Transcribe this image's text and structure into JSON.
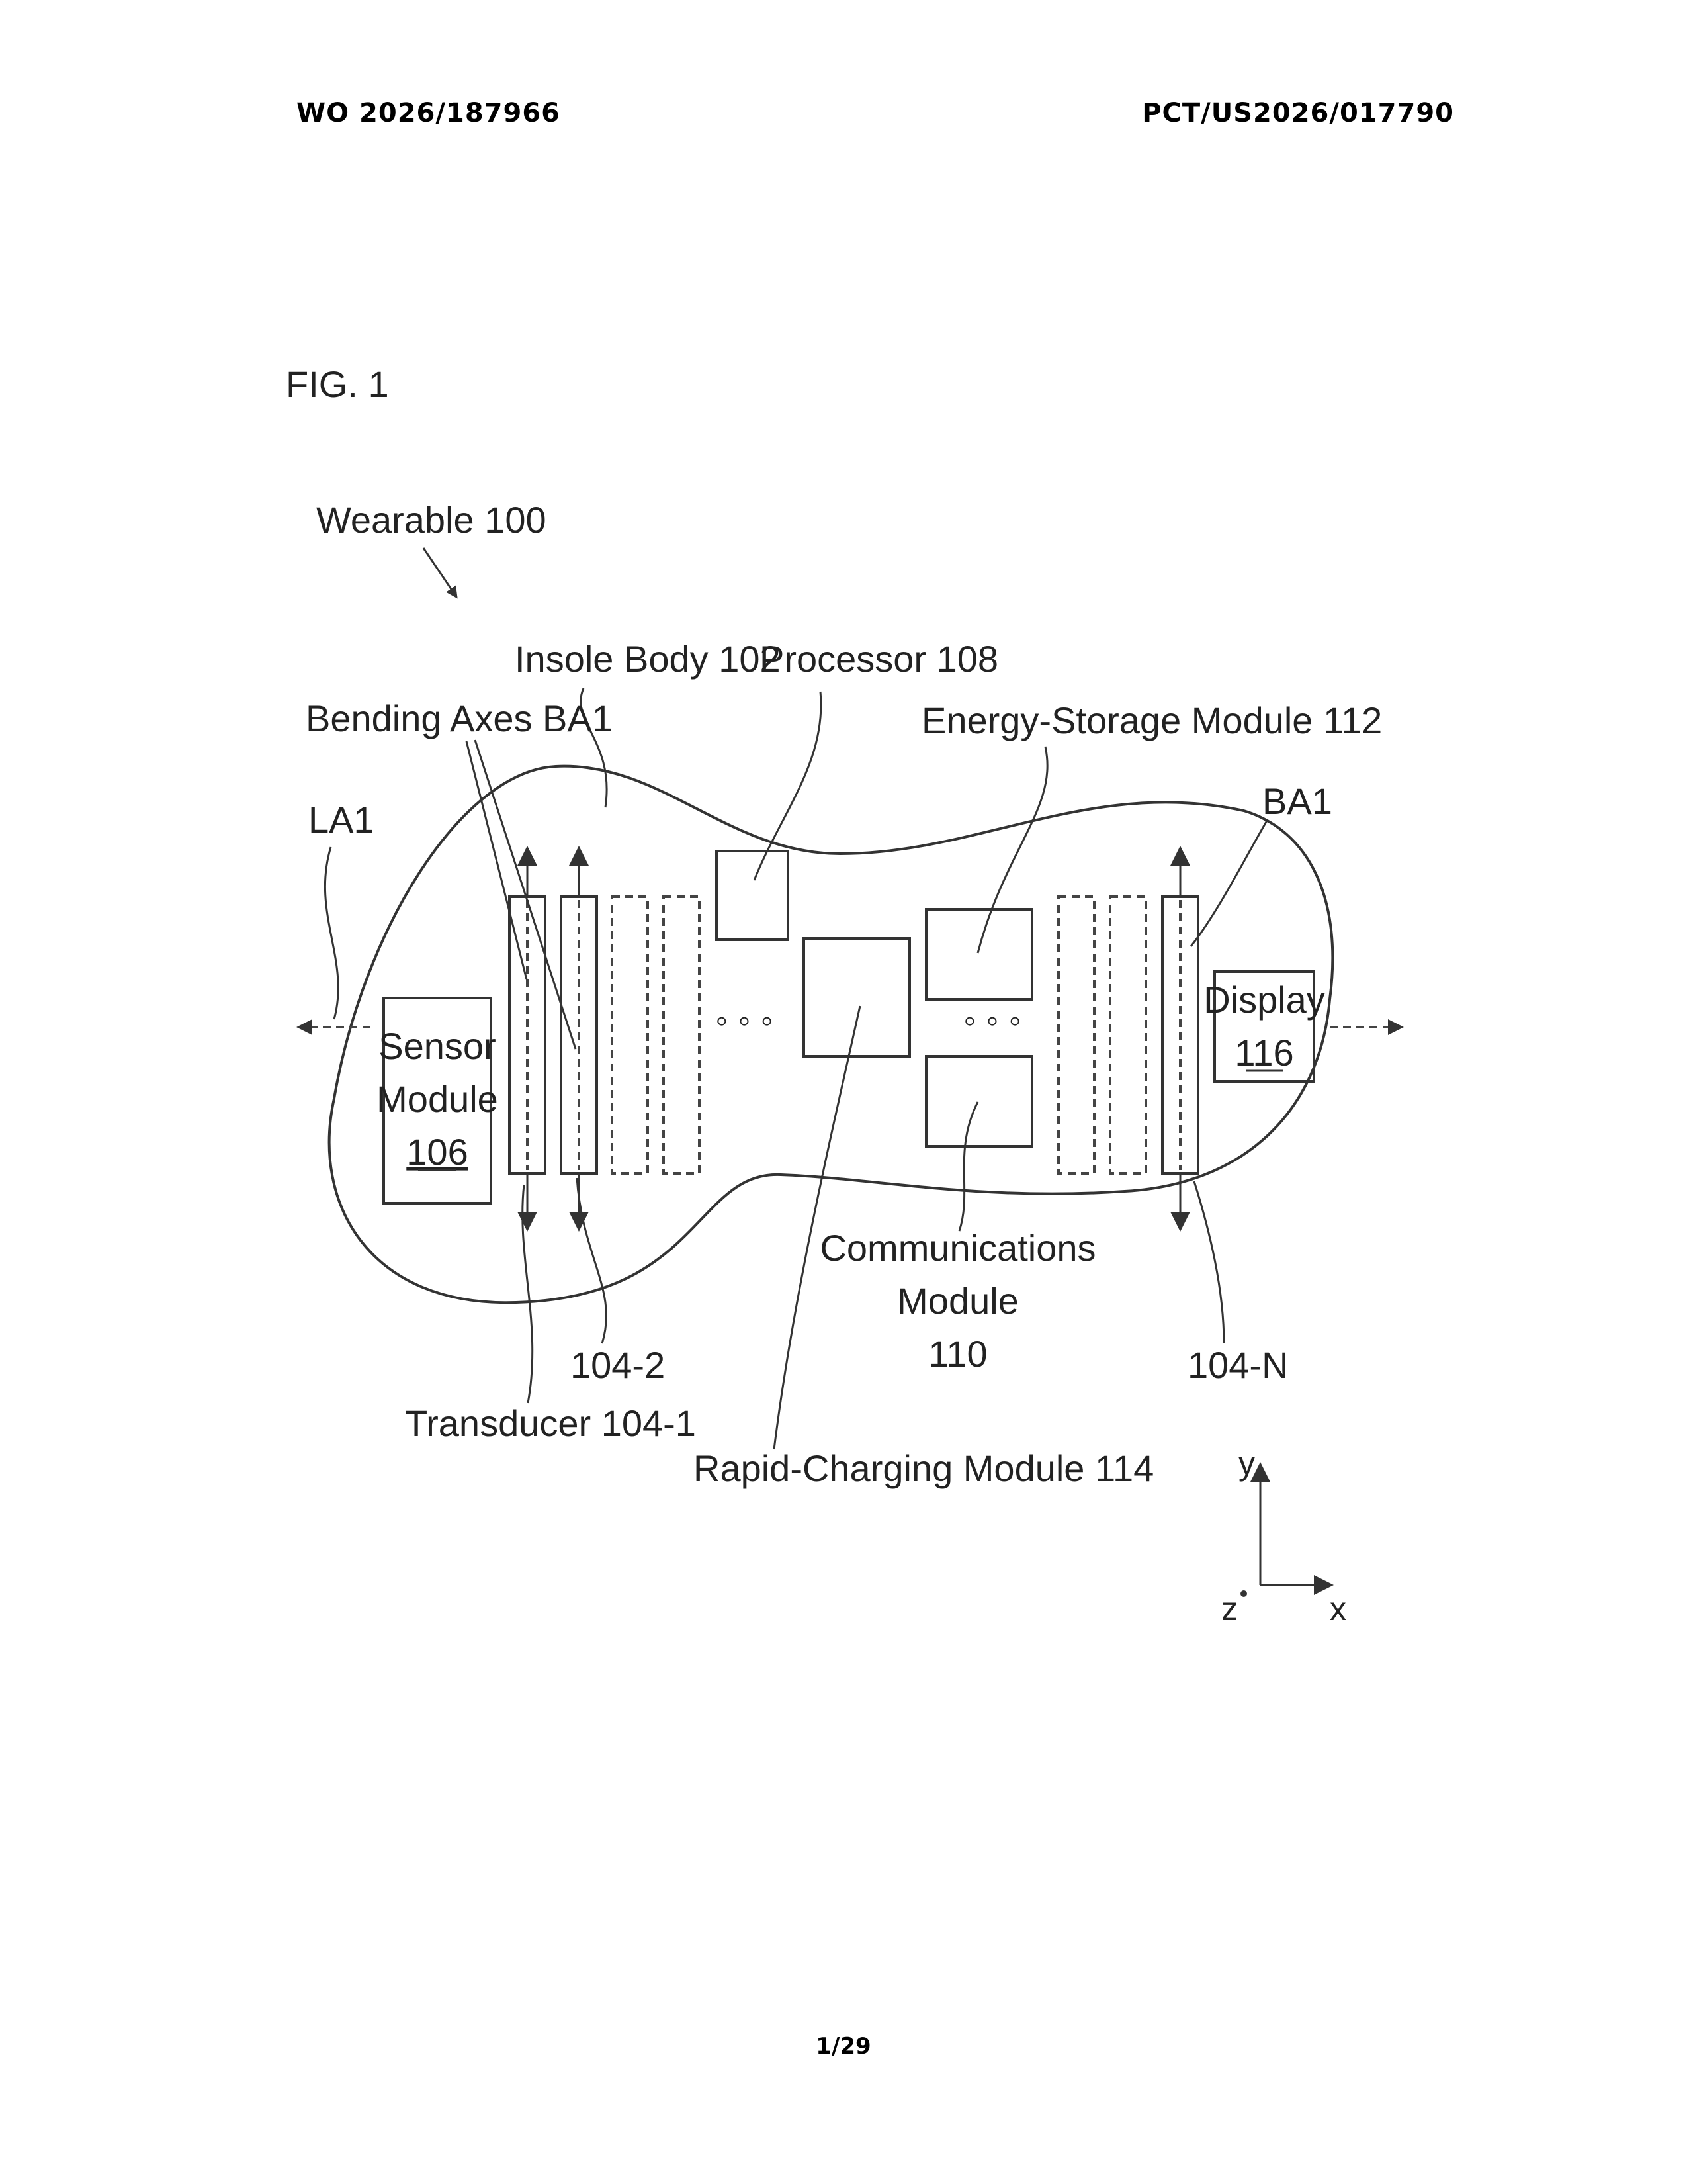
{
  "header": {
    "publication_number": "WO 2026/187966",
    "application_number": "PCT/US2026/017790"
  },
  "figure": {
    "title": "FIG. 1",
    "labels": {
      "wearable": "Wearable 100",
      "insole_body": "Insole Body 102",
      "processor": "Processor 108",
      "bending_axes": "Bending Axes BA1",
      "energy_storage": "Energy-Storage Module 112",
      "la1": "LA1",
      "ba1": "BA1",
      "sensor_module_line1": "Sensor",
      "sensor_module_line2": "Module",
      "sensor_module_ref": "106",
      "display_line1": "Display",
      "display_ref": "116",
      "communications_line1": "Communications",
      "communications_line2": "Module",
      "communications_ref": "110",
      "transducer_2": "104-2",
      "transducer_n": "104-N",
      "transducer_1": "Transducer 104-1",
      "rapid_charging": "Rapid-Charging Module 114",
      "ellipsis": "◦ ◦ ◦"
    },
    "axes": {
      "y": "y",
      "x": "x",
      "z": "z"
    }
  },
  "footer": {
    "page_number": "1/29"
  }
}
